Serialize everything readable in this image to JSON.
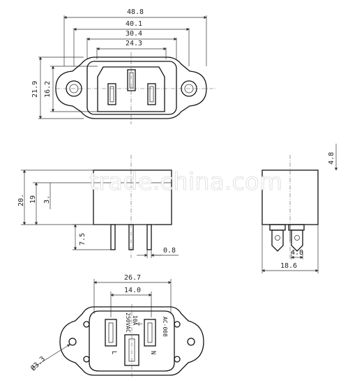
{
  "top_view": {
    "widths": [
      "48.8",
      "40.1",
      "30.4",
      "24.3"
    ],
    "heights": [
      "21.9",
      "16.2"
    ]
  },
  "side_view": {
    "heights": [
      "20.",
      "19",
      "3."
    ],
    "pin_length": "7.5",
    "pin_thickness": "0.8"
  },
  "end_view": {
    "height": "4.8",
    "tab_width": "4.8",
    "width": "18.6"
  },
  "bottom_view": {
    "widths": [
      "26.7",
      "14.0"
    ],
    "hole_diameter": "Ø3.3",
    "marking_rating": "250VAC",
    "marking_current": "10A",
    "marking_code": "AC-008",
    "pin_live": "L",
    "pin_neutral": "N",
    "earth_symbol": "⏚"
  },
  "watermark": "trade.china.com"
}
